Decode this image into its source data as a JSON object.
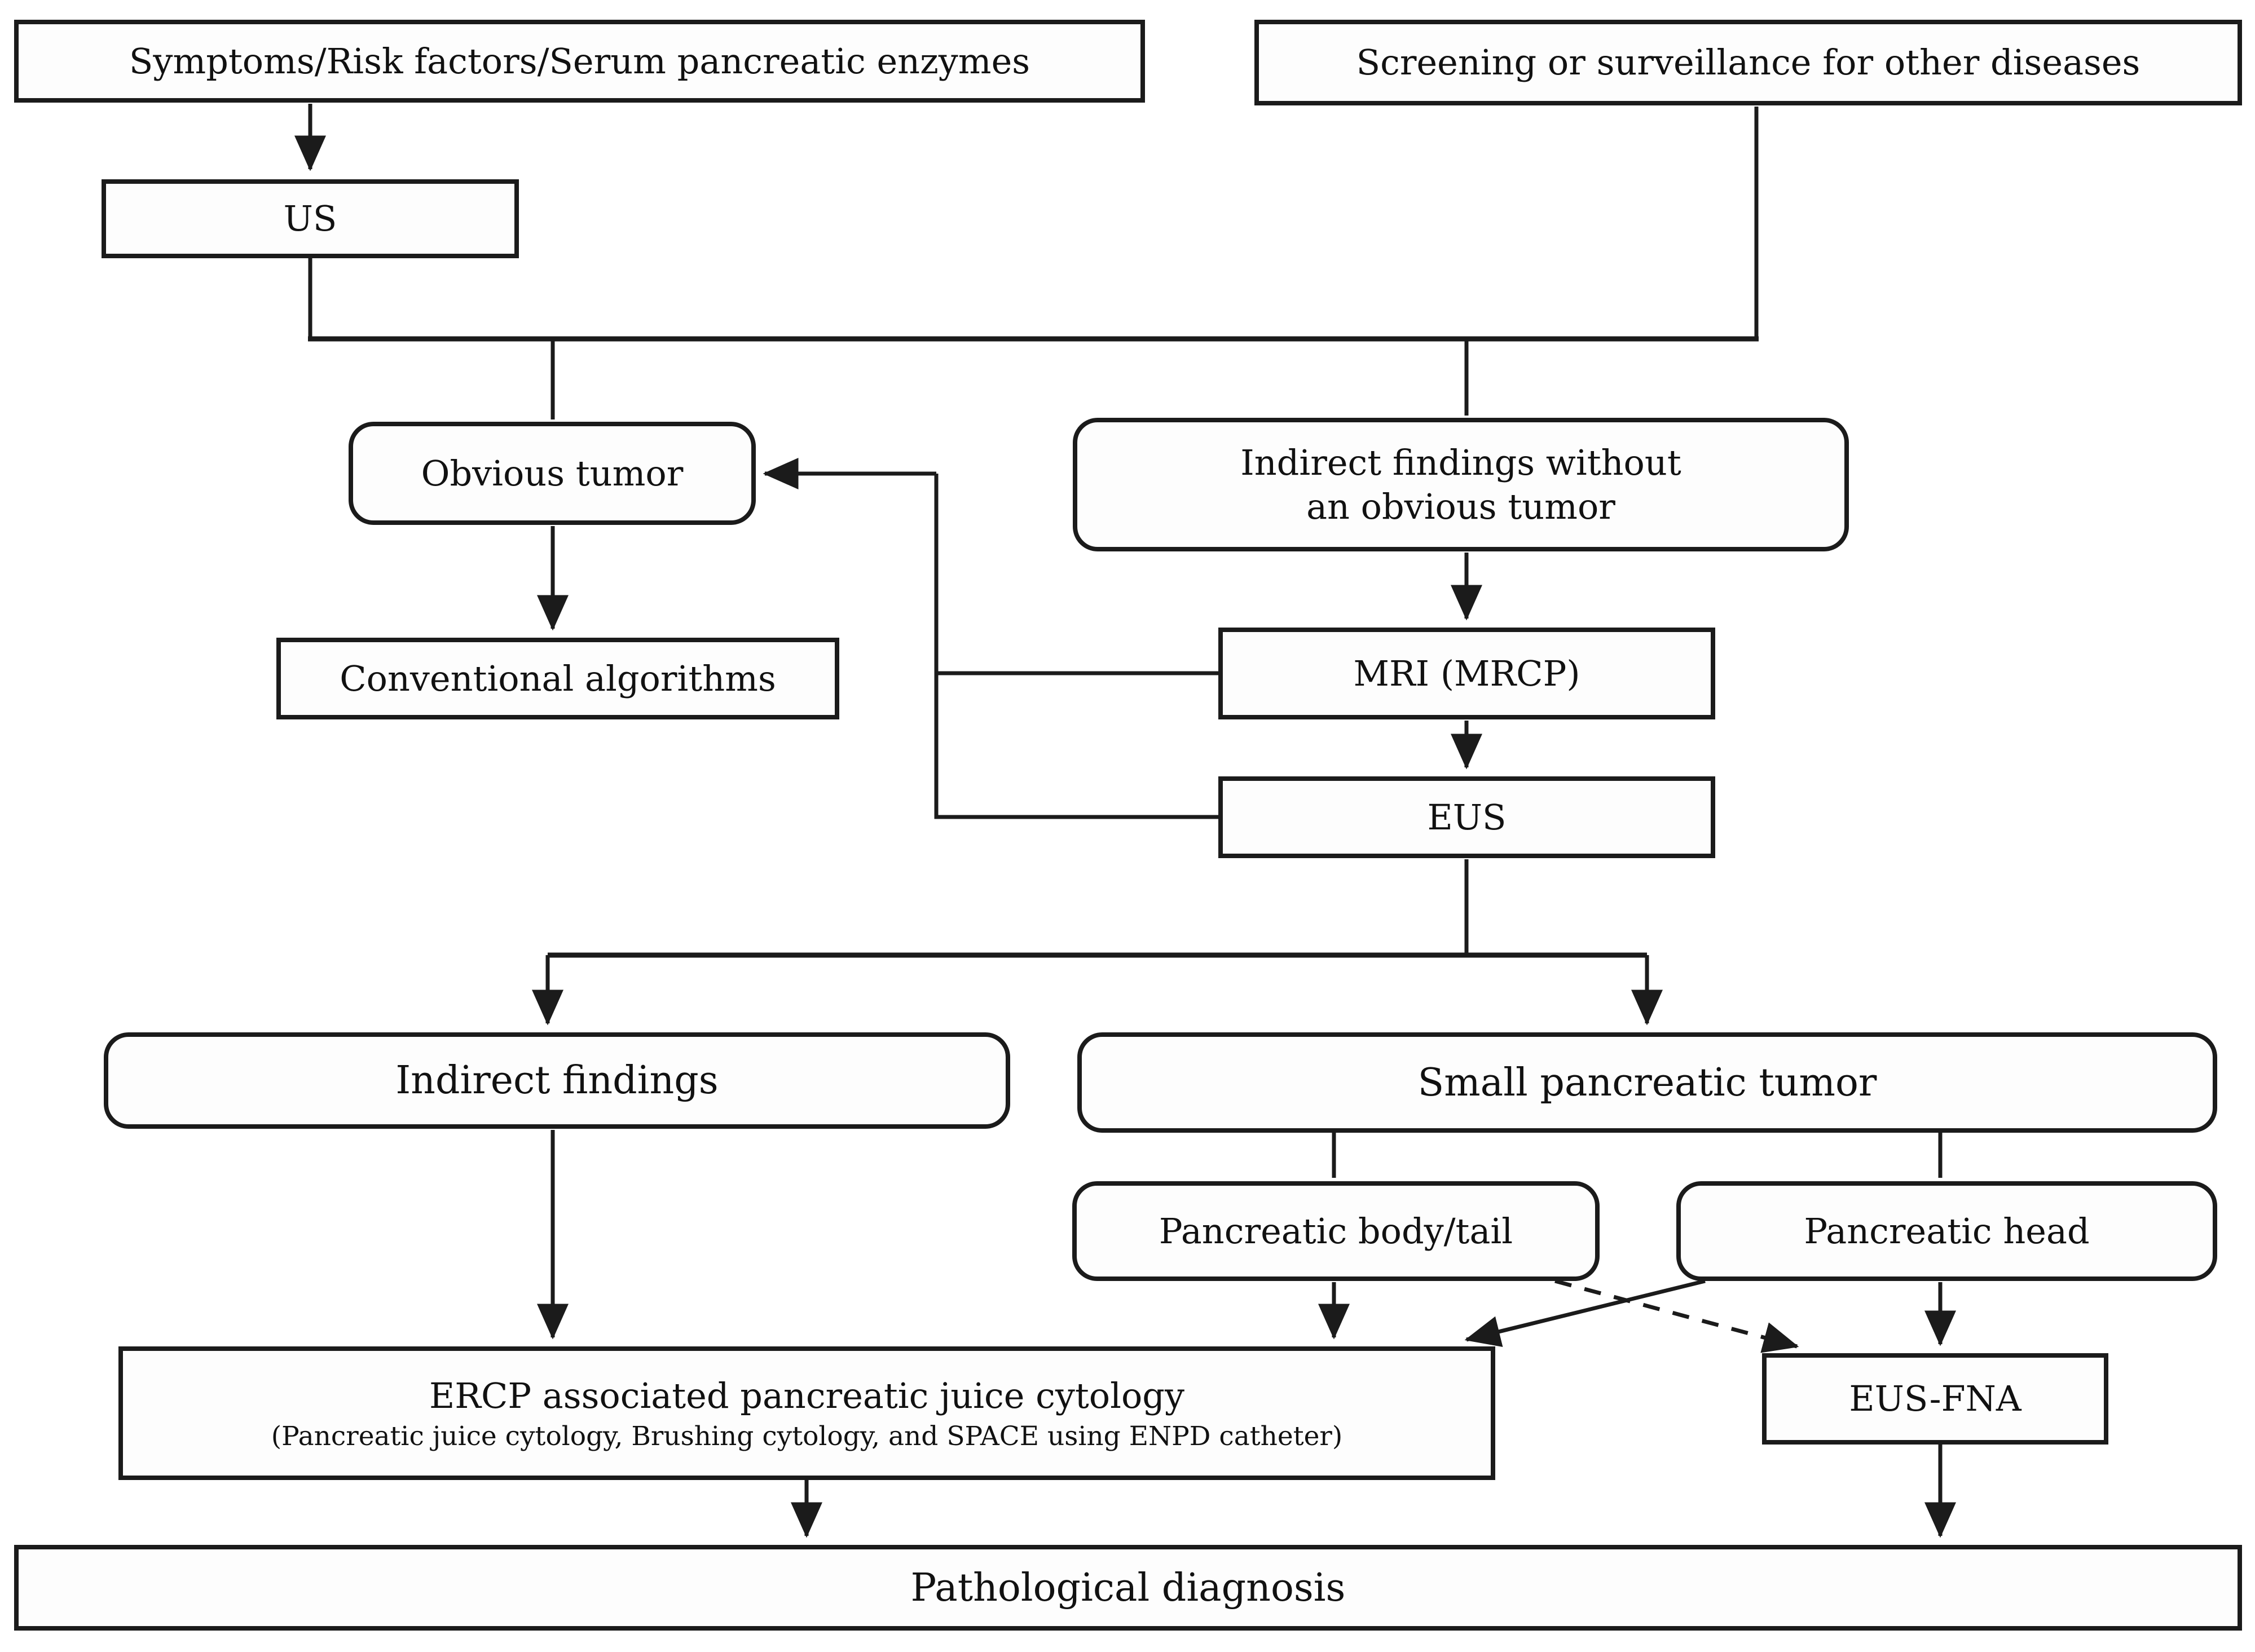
{
  "diagram": {
    "title": "Diagnostic algorithm flowchart for small pancreatic tumors",
    "background_color": "#ffffff",
    "line_color": "#1b1b1b",
    "nodes": {
      "symptoms": {
        "label": "Symptoms/Risk factors/Serum pancreatic enzymes"
      },
      "screening": {
        "label": "Screening or surveillance for other diseases"
      },
      "us": {
        "label": "US"
      },
      "obvious_tumor": {
        "label": "Obvious tumor"
      },
      "indirect_without": {
        "line1": "Indirect findings without",
        "line2": "an obvious tumor"
      },
      "conventional": {
        "label": "Conventional algorithms"
      },
      "mri": {
        "label": "MRI (MRCP)"
      },
      "eus": {
        "label": "EUS"
      },
      "indirect_findings": {
        "label": "Indirect findings"
      },
      "small_tumor": {
        "label": "Small pancreatic tumor"
      },
      "body_tail": {
        "label": "Pancreatic body/tail"
      },
      "head": {
        "label": "Pancreatic head"
      },
      "ercp": {
        "line1": "ERCP associated pancreatic juice cytology",
        "line2": "(Pancreatic juice cytology, Brushing cytology, and SPACE using ENPD catheter)"
      },
      "eus_fna": {
        "label": "EUS-FNA"
      },
      "pathological": {
        "label": "Pathological diagnosis"
      }
    },
    "edges": [
      {
        "from": "symptoms",
        "to": "us",
        "style": "solid-arrow"
      },
      {
        "from": "us",
        "to": "obvious_tumor",
        "style": "solid"
      },
      {
        "from": "screening",
        "to": "indirect_without",
        "style": "solid"
      },
      {
        "from": "obvious_tumor",
        "to": "conventional",
        "style": "solid-arrow"
      },
      {
        "from": "indirect_without",
        "to": "mri",
        "style": "solid-arrow"
      },
      {
        "from": "mri",
        "to": "eus",
        "style": "solid-arrow"
      },
      {
        "from": "mri_eus",
        "to": "obvious_tumor",
        "style": "solid-arrow"
      },
      {
        "from": "eus",
        "to": "indirect_findings",
        "style": "solid-arrow"
      },
      {
        "from": "eus",
        "to": "small_tumor",
        "style": "solid-arrow"
      },
      {
        "from": "small_tumor",
        "to": "body_tail",
        "style": "solid"
      },
      {
        "from": "small_tumor",
        "to": "head",
        "style": "solid"
      },
      {
        "from": "indirect_findings",
        "to": "ercp",
        "style": "solid-arrow"
      },
      {
        "from": "body_tail",
        "to": "ercp",
        "style": "solid-arrow"
      },
      {
        "from": "head",
        "to": "eus_fna",
        "style": "solid-arrow"
      },
      {
        "from": "head",
        "to": "ercp",
        "style": "solid-arrow"
      },
      {
        "from": "body_tail",
        "to": "eus_fna",
        "style": "dashed-arrow"
      },
      {
        "from": "ercp",
        "to": "pathological",
        "style": "solid-arrow"
      },
      {
        "from": "eus_fna",
        "to": "pathological",
        "style": "solid-arrow"
      }
    ]
  }
}
